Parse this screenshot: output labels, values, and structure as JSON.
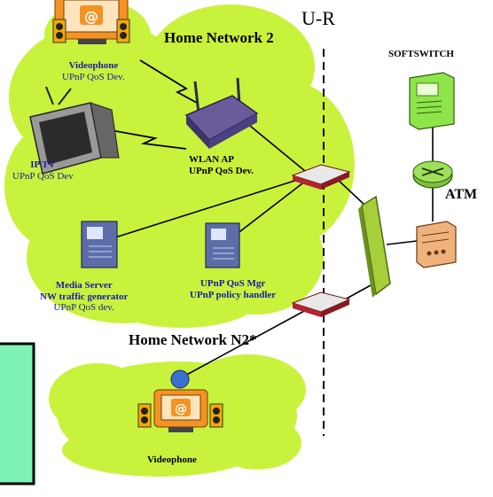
{
  "labels": {
    "ur": "U-R",
    "home_network_2": "Home Network 2",
    "home_network_n2": "Home Network N2*",
    "softswitch": "SOFTSWITCH",
    "atm": "ATM",
    "videophone_top_name": "Videophone",
    "videophone_top_role": "UPnP QoS Dev.",
    "iptv_name": "IP TV",
    "iptv_role": "UPnP QoS Dev",
    "wlan_name": "WLAN AP",
    "wlan_role": "UPnP QoS Dev.",
    "media_name": "Media Server",
    "media_line2": "NW traffic generator",
    "media_role": "UPnP QoS dev.",
    "qosmgr_line1": "UPnP QoS Mgr",
    "qosmgr_line2": "UPnP policy handler",
    "videophone_bottom": "Videophone",
    "envelope_glyph": "@"
  },
  "colors": {
    "cloud": "#c9f23c",
    "blue_text": "#1a1aa8",
    "left_box": "#7ff3b4",
    "router": "#b2252f",
    "switch_panel": "#a6cf3a",
    "softswitch": "#8ee54a",
    "atm_switch": "#efb27c",
    "monitor": "#f39325"
  }
}
